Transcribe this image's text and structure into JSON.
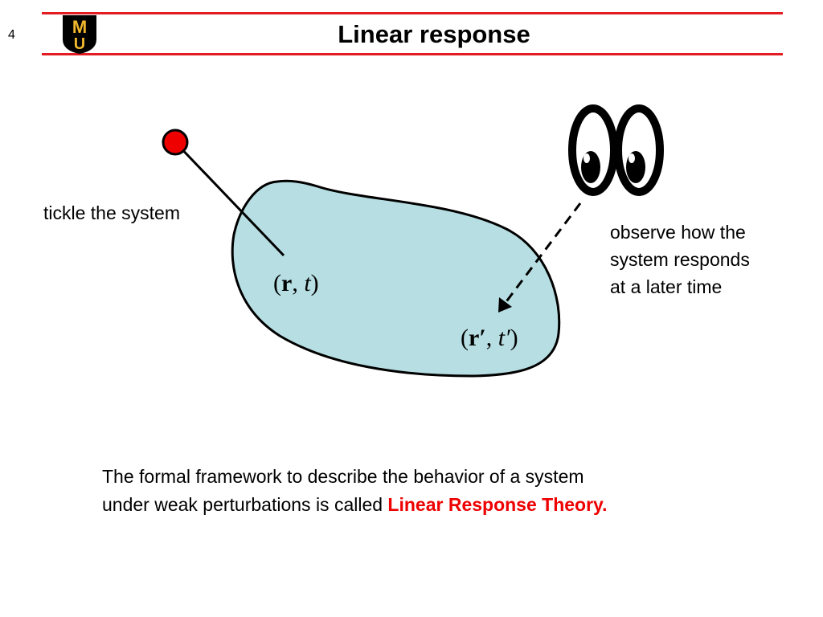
{
  "slide": {
    "number": "4",
    "title": "Linear response"
  },
  "logo": {
    "letters": "MU"
  },
  "colors": {
    "rule": "#e31b23",
    "blob_fill": "#b7dfe3",
    "dot": "#ee0000",
    "highlight": "#ee0000",
    "logo_gold": "#f1b82d"
  },
  "labels": {
    "tickle": "tickle the system",
    "observe": [
      "observe how the",
      "system responds",
      "at a later time"
    ]
  },
  "math": {
    "point_a": {
      "open": "(",
      "r": "r",
      "sep": ",",
      "t": "t",
      "close": ")"
    },
    "point_b": {
      "open": "(",
      "r": "r′",
      "sep": ",",
      "t": "t′",
      "close": ")"
    }
  },
  "footer": {
    "line1": "The formal framework to describe the behavior of a system",
    "line2": "under weak perturbations is called ",
    "highlight": "Linear Response Theory."
  }
}
